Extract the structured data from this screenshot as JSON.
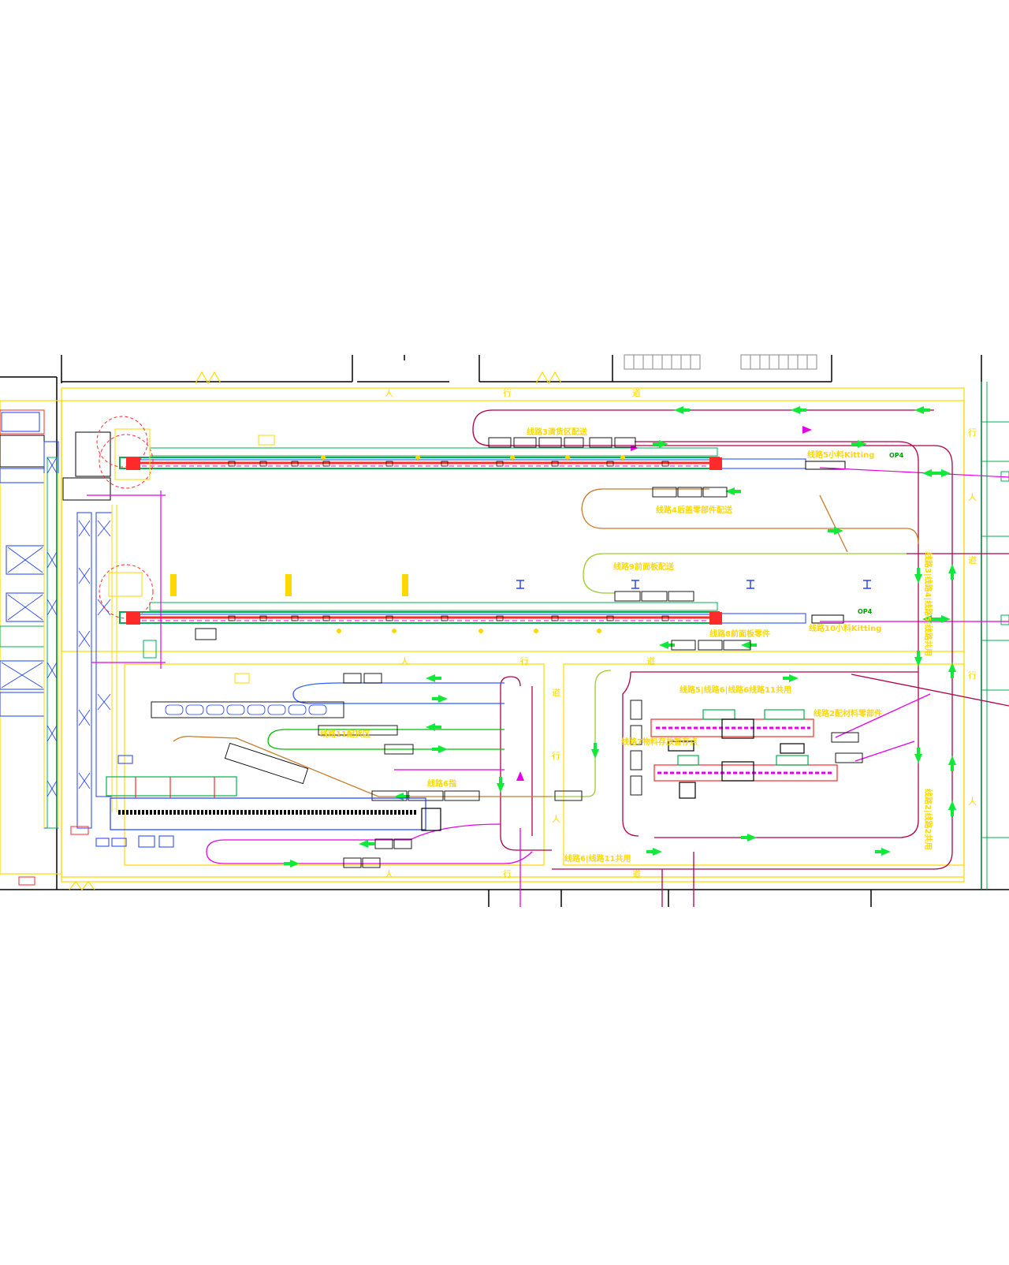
{
  "colors": {
    "background": "#ffffff",
    "wall": "#000000",
    "aisle": "#ffd800",
    "conveyor": "#ff2a2a",
    "conveyor_inner": "#00b050",
    "route_blue": "#2f5bff",
    "route_magenta": "#e600e6",
    "route_green": "#00c000",
    "route_orange": "#c87a2a",
    "route_maroon": "#b0004a",
    "arrow": "#12e83a",
    "rack": "#1a3cff",
    "label": "#ffd800"
  },
  "aisle_chars": {
    "top": [
      "人",
      "行",
      "道"
    ],
    "middle": [
      "人",
      "行",
      "道"
    ],
    "bottom": [
      "人",
      "行",
      "道"
    ],
    "right": [
      "行",
      "人",
      "道",
      "行",
      "人"
    ],
    "center": [
      "道",
      "行",
      "人"
    ]
  },
  "labels": {
    "l1": "线路3清货区配送",
    "l2": "线路5小料Kitting",
    "l3": "线路4后盖零部件配送",
    "l4": "线路9前面板配送",
    "l5": "线路10小料Kitting",
    "l6": "线路8前面板零件",
    "l7": "线路5|线路6|线路6线路11共用",
    "l8": "线路2配材料零部件",
    "l9": "线路7物料存放暂存点",
    "l10": "线路11配货区",
    "l11": "线路6指",
    "l12": "线路6|线路11共用",
    "v1": "线路3|线路4|线路5|线路共用",
    "v2": "线路2|线路2共用",
    "s1": "OP4",
    "s2": "OP4"
  }
}
